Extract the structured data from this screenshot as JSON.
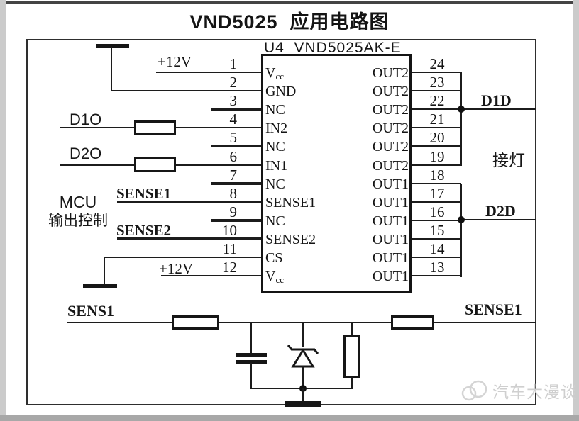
{
  "title": "VND5025  应用电路图",
  "ic": {
    "ref": "U4  VND5025AK-E",
    "left_pins": [
      {
        "num": "1",
        "name": "Vcc"
      },
      {
        "num": "2",
        "name": "GND"
      },
      {
        "num": "3",
        "name": "NC"
      },
      {
        "num": "4",
        "name": "IN2"
      },
      {
        "num": "5",
        "name": "NC"
      },
      {
        "num": "6",
        "name": "IN1"
      },
      {
        "num": "7",
        "name": "NC"
      },
      {
        "num": "8",
        "name": "SENSE1"
      },
      {
        "num": "9",
        "name": "NC"
      },
      {
        "num": "10",
        "name": "SENSE2"
      },
      {
        "num": "11",
        "name": "CS"
      },
      {
        "num": "12",
        "name": "Vcc"
      }
    ],
    "right_pins": [
      {
        "num": "24",
        "name": "OUT2"
      },
      {
        "num": "23",
        "name": "OUT2"
      },
      {
        "num": "22",
        "name": "OUT2"
      },
      {
        "num": "21",
        "name": "OUT2"
      },
      {
        "num": "20",
        "name": "OUT2"
      },
      {
        "num": "19",
        "name": "OUT2"
      },
      {
        "num": "18",
        "name": "OUT1"
      },
      {
        "num": "17",
        "name": "OUT1"
      },
      {
        "num": "16",
        "name": "OUT1"
      },
      {
        "num": "15",
        "name": "OUT1"
      },
      {
        "num": "14",
        "name": "OUT1"
      },
      {
        "num": "13",
        "name": "OUT1"
      }
    ]
  },
  "labels": {
    "supply_top": "+12V",
    "supply_bottom": "+12V",
    "d1o": "D1O",
    "d2o": "D2O",
    "mcu_line1": "MCU",
    "mcu_line2": "输出控制",
    "sense1_left": "SENSE1",
    "sense2_left": "SENSE2",
    "d1d": "D1D",
    "d2d": "D2D",
    "lamp": "接灯",
    "sens1": "SENS1",
    "sense1_right": "SENSE1"
  },
  "watermark": {
    "text": "汽车大漫谈"
  },
  "colors": {
    "line": "#1c1c1c",
    "background": "#ffffff",
    "frame": "#2e2e2e",
    "outer_border": "#c9c9c9",
    "top_bar": "#444444",
    "watermark": "#cfcfcf"
  }
}
